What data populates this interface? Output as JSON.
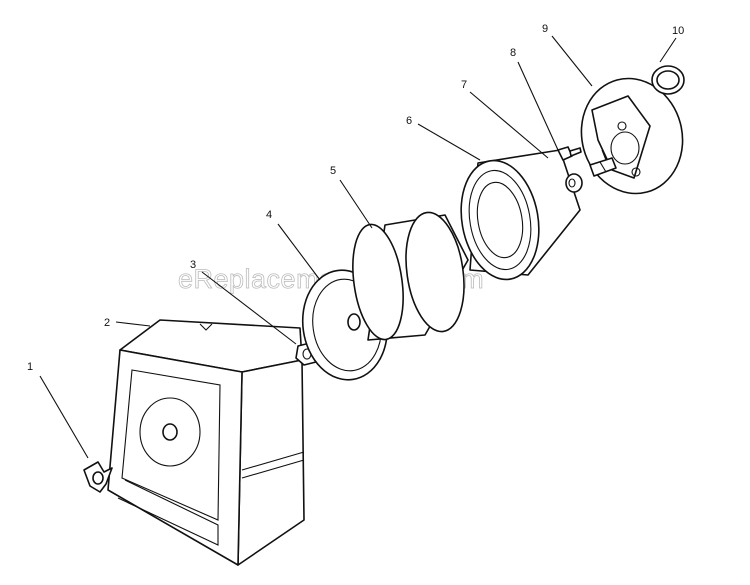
{
  "watermark": "eReplacementParts.com",
  "callouts": [
    "1",
    "2",
    "3",
    "4",
    "5",
    "6",
    "7",
    "8",
    "9",
    "10"
  ]
}
